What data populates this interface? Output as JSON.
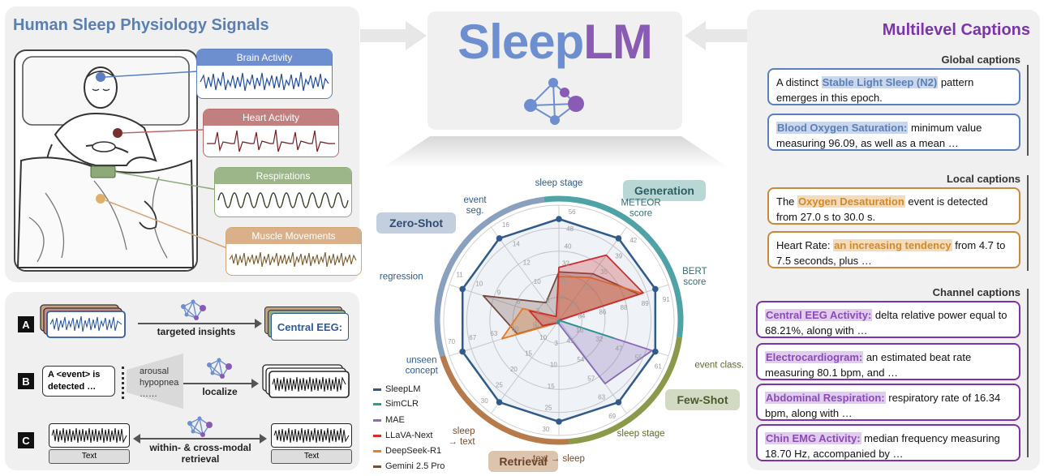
{
  "left_panel": {
    "title": "Human Sleep Physiology Signals",
    "signals": [
      {
        "label": "Brain Activity",
        "color": "#5b7fbf"
      },
      {
        "label": "Heart Activity",
        "color": "#b86a6a"
      },
      {
        "label": "Respirations",
        "color": "#8daa78"
      },
      {
        "label": "Muscle Movements",
        "color": "#d4a574"
      }
    ]
  },
  "tasks": {
    "a": {
      "letter": "A",
      "caption": "targeted insights",
      "output": "Central EEG:"
    },
    "b": {
      "letter": "B",
      "template_line1": "A <event> is",
      "template_line2": "detected …",
      "options": [
        "arousal",
        "hypopnea",
        "……"
      ],
      "caption": "localize"
    },
    "c": {
      "letter": "C",
      "caption_line1": "within- & cross-modal",
      "caption_line2": "retrieval",
      "text_left": "Text",
      "text_right": "Text"
    }
  },
  "center": {
    "logo_part1": "Sleep",
    "logo_part2": "LM",
    "logo_color1": "#6d8fcf",
    "logo_color2": "#8a5bb5"
  },
  "categories": {
    "generation": "Generation",
    "zero_shot": "Zero-Shot",
    "few_shot": "Few-Shot",
    "retrieval": "Retrieval"
  },
  "chart_data": {
    "type": "radar",
    "axes": [
      {
        "label_lines": [
          "sleep stage"
        ]
      },
      {
        "label_lines": [
          "METEOR",
          "score"
        ]
      },
      {
        "label_lines": [
          "BERT",
          "score"
        ]
      },
      {
        "label_lines": [
          "event class."
        ]
      },
      {
        "label_lines": [
          "sleep stage"
        ]
      },
      {
        "label_lines": [
          "text → sleep"
        ]
      },
      {
        "label_lines": [
          "sleep",
          "→ text"
        ]
      },
      {
        "label_lines": [
          "unseen",
          "concept"
        ]
      },
      {
        "label_lines": [
          "regression"
        ]
      },
      {
        "label_lines": [
          "event",
          "seg."
        ]
      }
    ],
    "tick_labels": [
      [
        "17",
        "25",
        "32",
        "40",
        "48",
        "56"
      ],
      [
        "28",
        "32",
        "35",
        "39",
        "42"
      ],
      [
        "84",
        "86",
        "88",
        "89",
        "91"
      ],
      [
        "16",
        "32",
        "47",
        "55",
        "61"
      ],
      [
        "41",
        "54",
        "57",
        "63",
        "69"
      ],
      [
        "3",
        "10",
        "15",
        "25",
        "30"
      ],
      [
        "10",
        "15",
        "20",
        "25",
        "30"
      ],
      [
        "57",
        "60",
        "63",
        "67",
        "70"
      ],
      [
        "5",
        "6",
        "9",
        "10",
        "11"
      ],
      [
        "8",
        "10",
        "12",
        "14",
        "16"
      ]
    ],
    "series": [
      {
        "name": "SleepLM",
        "color": "#2f5a8a",
        "values": [
          0.88,
          0.88,
          0.88,
          0.88,
          0.88,
          0.88,
          0.88,
          0.88,
          0.88,
          0.88
        ]
      },
      {
        "name": "SimCLR",
        "color": "#2a9d8f",
        "values": [
          0,
          0,
          0,
          0.5,
          0,
          0.03,
          0.03,
          0,
          0,
          0
        ]
      },
      {
        "name": "MAE",
        "color": "#8e6bbf",
        "values": [
          0,
          0,
          0,
          0.85,
          0.68,
          0.03,
          0.03,
          0,
          0,
          0
        ]
      },
      {
        "name": "LLaVA-Next",
        "color": "#d62b2b",
        "values": [
          0.46,
          0.7,
          0.77,
          0,
          0,
          0.03,
          0.03,
          0.15,
          0.27,
          0.04
        ]
      },
      {
        "name": "DeepSeek-R1",
        "color": "#ef7d22",
        "values": [
          0.38,
          0.46,
          0.76,
          0,
          0,
          0.03,
          0.03,
          0.52,
          0.33,
          0.04
        ]
      },
      {
        "name": "Gemini 2.5 Pro",
        "color": "#7a4a3d",
        "values": [
          0.42,
          0.5,
          0.73,
          0,
          0,
          0.03,
          0.03,
          0.38,
          0.69,
          0.19
        ]
      }
    ]
  },
  "right_panel": {
    "title": "Multilevel Captions",
    "global": {
      "heading": "Global captions",
      "c1": {
        "pre": "A distinct ",
        "hl": "Stable Light Sleep (N2)",
        "post": " pattern emerges in this epoch."
      },
      "c2": {
        "hl": "Blood Oxygen Saturation:",
        "post": " minimum value measuring 96.09, as well as a mean …"
      }
    },
    "local": {
      "heading": "Local captions",
      "c1": {
        "pre": "The ",
        "hl": "Oxygen Desaturation",
        "post": " event is detected from 27.0 s to 30.0 s."
      },
      "c2": {
        "pre": "Heart Rate: ",
        "hl": "an increasing tendency",
        "post": " from 4.7 to 7.5 seconds, plus …"
      }
    },
    "channel": {
      "heading": "Channel captions",
      "c1": {
        "hl": "Central EEG Activity:",
        "post": " delta relative power equal to 68.21%, along with …"
      },
      "c2": {
        "hl": "Electrocardiogram:",
        "post": " an estimated beat rate measuring 80.1 bpm, and …"
      },
      "c3": {
        "hl": "Abdominal Respiration:",
        "post": " respiratory rate of 16.34 bpm, along with …"
      },
      "c4": {
        "hl": "Chin EMG Activity:",
        "post": " median frequency measuring 18.70 Hz, accompanied by …"
      }
    }
  }
}
